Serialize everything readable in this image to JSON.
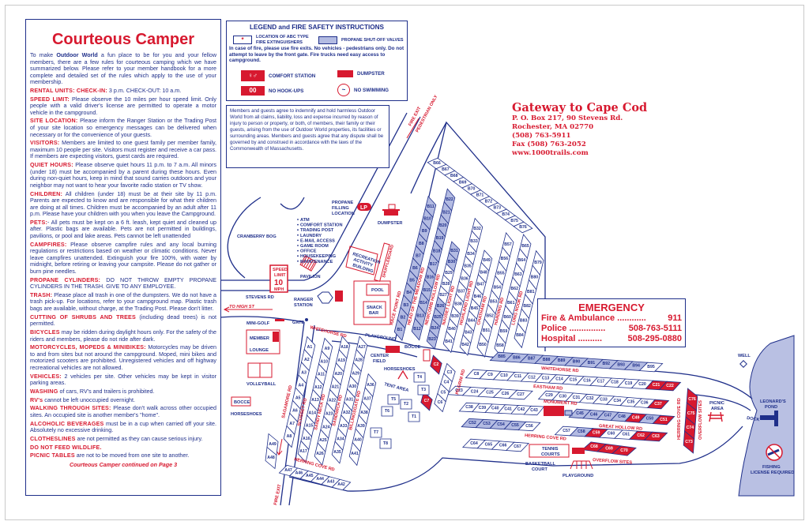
{
  "rules_panel": {
    "title": "Courteous Camper",
    "intro_pre": "To make ",
    "intro_brand": "Outdoor World",
    "intro_post": " a fun place to be for you and your fellow members, there are a few rules for courteous camping which we have summarized below. Please refer to your member handbook for a more complete and detailed set of the rules which apply to the use of your membership.",
    "rules": [
      {
        "heading": "RENTAL UNITS: CHECK-IN:",
        "text": " 3 p.m.  CHECK-OUT: 10 a.m."
      },
      {
        "heading": "SPEED LIMIT:",
        "text": " Please observe the 10 miles per hour speed limit. Only people with a valid driver's license are permitted to operate a motor vehicle in the campground."
      },
      {
        "heading": "SITE LOCATION:",
        "text": " Please inform the Ranger Station or the Trading Post of your site location so emergency messages can be delivered when necessary or for the convenience of your guests."
      },
      {
        "heading": "VISITORS:",
        "text": " Members are limited to one guest family per member family, maximum 10 people per site. Visitors must register and receive a car pass. If members are expecting visitors, guest cards are required."
      },
      {
        "heading": "QUIET HOURS:",
        "text": " Please observe quiet hours 11 p.m. to 7 a.m. All minors (under 18) must be accompanied by a parent during these hours. Even during non-quiet hours, keep in mind that sound carries outdoors and your neighbor may not want to hear your favorite radio station or TV show."
      },
      {
        "heading": "CHILDREN:",
        "text": " All children (under 18) must be at their site by 11 p.m. Parents are expected to know and are responsible for what their children are doing at all times. Children must be accompanied by an adult after 11 p.m. Please have your children with you when you leave the Campground."
      },
      {
        "heading": "PETS:",
        "text": "- All pets must be kept on a 6 ft. leash, kept quiet and cleaned up after. Plastic bags are available. Pets are not permitted in buildings, pavilions, or pool and lake areas.  Pets cannot be left unattended"
      },
      {
        "heading": "CAMPFIRES:",
        "text": " Please observe campfire rules and any local burning regulations or restrictions based on weather or climatic conditions. Never leave campfires unattended. Extinguish your fire 100%, with water by midnight, before retiring or leaving your campsite. Please do not gather or burn pine needles."
      },
      {
        "heading": "PROPANE CYLINDERS:",
        "text": " DO NOT THROW EMPTY PROPANE CYLINDERS IN THE TRASH. GIVE TO ANY EMPLOYEE."
      },
      {
        "heading": "TRASH:",
        "text": " Please place all trash in one of the dumpsters. We do not have a trash pick-up. For locations, refer to your campground map. Plastic trash bags are available, without charge, at the Trading Post. Please don't litter."
      },
      {
        "heading": "CUTTING OF SHRUBS AND TREES",
        "text": " (including dead trees) is not permitted."
      },
      {
        "heading": "BICYCLES",
        "text": " may be ridden during daylight hours only. For the safety of the riders and members, please do not ride after dark."
      },
      {
        "heading": "MOTORCYCLES, MOPEDS & MINIBIKES:",
        "text": " Motorcycles may be driven to and from sites but not around the campground. Moped, mini bikes and motorized scooters are prohibited. Unregistered vehicles and off highway recreational vehicles are not allowed."
      },
      {
        "heading": "VEHICLES:",
        "text": " 2 vehicles per site. Other vehicles may be kept in visitor parking areas."
      },
      {
        "heading": "WASHING",
        "text": " of cars, RV's and trailers is prohibited."
      },
      {
        "heading": "RV's",
        "text": " cannot be left unoccupied overnight."
      },
      {
        "heading": "WALKING THROUGH SITES:",
        "text": " Please don't walk across other occupied sites. An occupied site is another member's \"home\"."
      },
      {
        "heading": "ALCOHOLIC BEVERAGES",
        "text": " must be in a cup when carried off your site. Absolutely no excessive drinking."
      },
      {
        "heading": "CLOTHESLINES",
        "text": " are not permitted as they can cause serious injury."
      },
      {
        "heading": "DO NOT FEED WILDLIFE.",
        "text": ""
      },
      {
        "heading": "PICNIC TABLES",
        "text": " are not to be moved from one site to another."
      }
    ],
    "footer": "Courteous Camper continued on Page 3"
  },
  "legend": {
    "title": "LEGEND and FIRE SAFETY INSTRUCTIONS",
    "extinguisher_line1": "LOCATION OF ABC TYPE",
    "extinguisher_line2": "FIRE EXTINGUISHERS",
    "propane_valves": "PROPANE SHUT-OFF VALVES",
    "fire_instructions": "In case of fire, please use fire exits. No vehicles - pedestrians only. Do not attempt to leave by the front gate. Fire trucks need easy access to campground.",
    "comfort_station": "COMFORT STATION",
    "dumpster": "DUMPSTER",
    "no_hookups_sample": "00",
    "no_hookups": "NO HOOK-UPS",
    "no_swimming": "NO SWIMMING"
  },
  "disclaimer": "Members and guests agree to indemnify and hold harmless Outdoor World from all claims, liability, loss and expense incurred by reason of injury to person or property, or both, of members, their family or their guests, arising from the use of Outdoor World properties, its facilities or surrounding areas. Members and guests agree that any dispute shall be governed by and construed in accordance with the laws of the Commonwealth of Massachusetts.",
  "contact": {
    "title": "Gateway to Cape Cod",
    "address1": "P. O. Box 217, 90 Stevens Rd.",
    "address2": "Rochester, MA  02770",
    "phone": "(508) 763-5911",
    "fax": "Fax (508) 763-2052",
    "web": "www.1000trails.com"
  },
  "emergency": {
    "title": "EMERGENCY",
    "rows": [
      {
        "label": "Fire & Ambulance ............",
        "number": "911"
      },
      {
        "label": "Police ...............",
        "number": "508-763-5111"
      },
      {
        "label": "Hospital ..........",
        "number": "508-295-0880"
      }
    ]
  },
  "colors": {
    "blue": "#1f2f8a",
    "red": "#d7192f",
    "propane_fill": "#b3bbe2",
    "pond": "#b9c0e3"
  },
  "map": {
    "labels": {
      "propane1": "PROPANE",
      "propane2": "FILLING",
      "propane3": "LOCATION",
      "lp": "LP",
      "dumpster1": "DUMPSTER",
      "amenities": [
        "ATM",
        "COMFORT STATION",
        "TRADING POST",
        "LAUNDRY",
        "E-MAIL ACCESS",
        "GAME ROOM",
        "OFFICE",
        "HOUSEKEEPING",
        "MAINTENANCE"
      ],
      "cranberry_bog": "CRANBERRY BOG",
      "speed1": "SPEED",
      "speed2": "LIMIT",
      "speed3": "10",
      "speed4": "MPH",
      "pavilion": "PAVILION",
      "stevens_rd": "STEVENS RD",
      "to_high_st": "TO HIGH ST",
      "ranger1": "RANGER",
      "ranger2": "STATION",
      "gate": "GATE",
      "mini_golf": "MINI-GOLF",
      "member": "MEMBER",
      "lounge": "LOUNGE",
      "volleyball": "VOLLEYBALL",
      "bocce1": "BOCCE",
      "horseshoes1": "HORSESHOES",
      "rec1": "RECREATION",
      "rec2": "ACTIVITY",
      "rec3": "BUILDING",
      "pool": "POOL",
      "snack1": "SNACK",
      "snack2": "BAR",
      "shuffleboard": "SHUFFLEBOARD",
      "playground1": "PLAYGROUND",
      "center1": "CENTER",
      "center2": "FIELD",
      "horseshoes2": "HORSESHOES",
      "bocce2": "BOCCE",
      "tent_area": "TENT AREA",
      "whitehorse_rd_a": "WHITEHORSE RD",
      "herring_cove_rd_a": "HERRING COVE RD",
      "sagamore_rd": "SAGAMORE RD",
      "scusset_rd": "SCUSSET RD",
      "sandy_neck_rd": "SANDY NECK RD",
      "sandwich_rd": "SANDWICH RD",
      "billingsgate_rd": "BILLINGSGATE RD",
      "fire_exit_bottom": "FIRE EXIT",
      "fire_exit_top1": "FIRE EXIT",
      "fire_exit_top2": "PEDESTRIAN ONLY",
      "race_point_rd": "RACE POINT RD",
      "head_meadow_rd": "HEAD OF THE MEADOW RD",
      "newcomb_rd": "NEWCOMB HOLLOW RD",
      "nauset_rd": "NAUSET LIGHT RD",
      "highland_rd": "HIGHLAND LIGHT RD",
      "chatham_rd": "CHATHAM RD",
      "harding_rd": "HARDING RD",
      "long_nook_rd": "LONG NOOK RD",
      "whitehorse_rd_c": "WHITEHORSE RD",
      "pilgrim_rd": "PILGRIM RD",
      "eastham_rd": "EASTHAM RD",
      "monument_rd": "MONUMENT RD",
      "great_hollow_rd": "GREAT HOLLOW RD",
      "herring_cove_rd_c": "HERRING COVE RD",
      "herring_cove_rd_v": "HERRING COVE RD",
      "overflow_v": "OVERFLOW SITES",
      "overflow_b": "OVERFLOW SITES",
      "tennis1": "TENNIS",
      "tennis2": "COURTS",
      "basketball1": "BASKETBALL",
      "basketball2": "COURT",
      "playground3": "PLAYGROUND",
      "picnic1": "PICNIC",
      "picnic2": "AREA",
      "well": "WELL",
      "pond1": "LEONARD'S",
      "pond2": "POND",
      "dock": "DOCK",
      "fishing": "FISHING",
      "license": "LICENSE REQUIRED"
    },
    "propane_valve_sites": [
      "B1",
      "B2",
      "B3",
      "B4",
      "B5",
      "B6",
      "B7",
      "B8",
      "B9",
      "B10",
      "B11",
      "B12",
      "B13",
      "B14",
      "B15",
      "B16",
      "B17",
      "B18",
      "B19",
      "B20",
      "B21",
      "B22",
      "B23",
      "B24",
      "B25",
      "B26",
      "B30",
      "B31",
      "B85",
      "B86",
      "B87",
      "B88",
      "B89",
      "B90",
      "B91",
      "B92",
      "B93",
      "B94",
      "C45",
      "C46",
      "C47",
      "C48",
      "C50",
      "C52",
      "C53",
      "C54",
      "C55",
      "C58"
    ],
    "no_hookup_sites": [
      "C2",
      "C7",
      "C21",
      "C22",
      "C37",
      "C49",
      "C51",
      "C59",
      "C62",
      "C63",
      "C68",
      "C69",
      "C70",
      "C73",
      "C74",
      "C75",
      "C76"
    ],
    "rows": [
      [
        "A1",
        "A2",
        "A3",
        "A4",
        "A5",
        "A6",
        "A7",
        "A8"
      ],
      [
        "A9",
        "A10",
        "A11",
        "A12",
        "A13",
        "A14",
        "A15",
        "A16",
        "A17"
      ],
      [
        "A18",
        "A19",
        "A20",
        "A21",
        "A22",
        "A23",
        "A24",
        "A25",
        "A26"
      ],
      [
        "A27",
        "A28",
        "A29",
        "A30",
        "A31",
        "A32",
        "A33",
        "A34",
        "A35"
      ],
      [
        "A36",
        "A37",
        "A38",
        "A39",
        "A40",
        "A41"
      ],
      [
        "A47",
        "A46",
        "A45",
        "A44",
        "A43",
        "A42"
      ],
      [
        "A49",
        "A48"
      ],
      [
        "B1",
        "B2",
        "B3",
        "B4",
        "B5",
        "B6",
        "B7",
        "B8",
        "B9",
        "B10",
        "B11"
      ],
      [
        "B12",
        "B13",
        "B14",
        "B15",
        "B16",
        "B17",
        "B18",
        "B19",
        "B20",
        "B21",
        "B22"
      ],
      [
        "B23",
        "B24",
        "B25",
        "B26",
        "B27",
        "B28",
        "B29",
        "B30",
        "B31"
      ],
      [
        "B32",
        "B33",
        "B34",
        "B35",
        "B36",
        "B37",
        "B38",
        "B39",
        "B40",
        "B41"
      ],
      [
        "B42",
        "B43",
        "B44",
        "B45",
        "B46",
        "B47",
        "B48",
        "B49"
      ],
      [
        "B50",
        "B51",
        "B52",
        "B53",
        "B54",
        "B55",
        "B56",
        "B57"
      ],
      [
        "B58",
        "B59",
        "B60",
        "B61",
        "B62",
        "B63",
        "B64",
        "B65"
      ],
      [
        "B79",
        "B80",
        "B81",
        "B82",
        "B83",
        "B84"
      ],
      [
        "B66",
        "B67",
        "B68",
        "B69",
        "B70",
        "B71",
        "B72",
        "B73",
        "B74",
        "B75",
        "B76"
      ],
      [
        "B85",
        "B86",
        "B87",
        "B88",
        "B89",
        "B90",
        "B91",
        "B92",
        "B93",
        "B94",
        "B95"
      ],
      [
        "C8",
        "C9",
        "C10",
        "C11",
        "C12",
        "C13",
        "C14",
        "C15",
        "C16",
        "C17",
        "C18",
        "C19",
        "C20",
        "C21",
        "C22"
      ],
      [
        "C23",
        "C24",
        "C25",
        "C26",
        "C27"
      ],
      [
        "C29",
        "C30",
        "C31",
        "C32",
        "C33",
        "C34",
        "C35",
        "C36",
        "C37"
      ],
      [
        "C38",
        "C39",
        "C40",
        "C41",
        "C42",
        "C43"
      ],
      [
        "C45",
        "C46",
        "C47",
        "C48",
        "C49",
        "C50",
        "C51"
      ],
      [
        "C52",
        "C53",
        "C54",
        "C55",
        "C56"
      ],
      [
        "C57",
        "C58",
        "C59",
        "C60",
        "C61",
        "C62",
        "C63"
      ],
      [
        "C64",
        "C65",
        "C66",
        "C67"
      ],
      [
        "C68",
        "C69",
        "C70"
      ],
      [
        "C73",
        "C74",
        "C75",
        "C76"
      ],
      [
        "C2"
      ],
      [
        "C3",
        "C4",
        "C5",
        "C6"
      ],
      [
        "C7"
      ],
      [
        "T1",
        "T2",
        "T3",
        "T4",
        "T5",
        "T6",
        "T7",
        "T8"
      ]
    ]
  }
}
